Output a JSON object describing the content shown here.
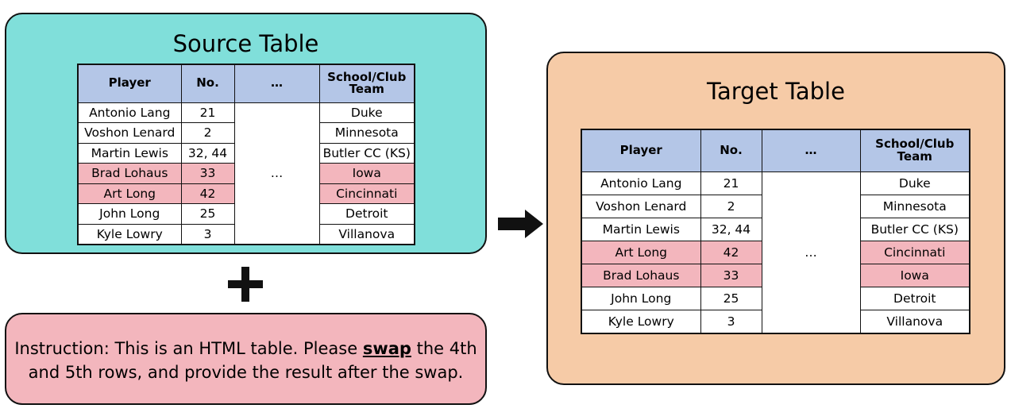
{
  "source": {
    "title": "Source Table",
    "headers": [
      "Player",
      "No.",
      "…",
      "School/Club Team"
    ],
    "rows": [
      [
        "Antonio Lang",
        "21",
        "Duke"
      ],
      [
        "Voshon Lenard",
        "2",
        "Minnesota"
      ],
      [
        "Martin Lewis",
        "32, 44",
        "Butler CC (KS)"
      ],
      [
        "Brad Lohaus",
        "33",
        "Iowa"
      ],
      [
        "Art Long",
        "42",
        "Cincinnati"
      ],
      [
        "John Long",
        "25",
        "Detroit"
      ],
      [
        "Kyle Lowry",
        "3",
        "Villanova"
      ]
    ],
    "ellipsis": "…",
    "highlight_color": "#f3b6bd",
    "header_color": "#b4c6e7",
    "panel_color": "#80dfda"
  },
  "target": {
    "title": "Target Table",
    "headers": [
      "Player",
      "No.",
      "…",
      "School/Club Team"
    ],
    "rows": [
      [
        "Antonio Lang",
        "21",
        "Duke"
      ],
      [
        "Voshon Lenard",
        "2",
        "Minnesota"
      ],
      [
        "Martin Lewis",
        "32, 44",
        "Butler CC (KS)"
      ],
      [
        "Art Long",
        "42",
        "Cincinnati"
      ],
      [
        "Brad Lohaus",
        "33",
        "Iowa"
      ],
      [
        "John Long",
        "25",
        "Detroit"
      ],
      [
        "Kyle Lowry",
        "3",
        "Villanova"
      ]
    ],
    "ellipsis": "…",
    "panel_color": "#f6cba7"
  },
  "instruction": {
    "prefix": "Instruction",
    "part1": ": This is an HTML table. Please ",
    "keyword": "swap",
    "part2": " the 4th and 5th rows, and provide the result after the swap.",
    "panel_color": "#f3b6bd"
  },
  "icons": {
    "plus": "plus-icon",
    "arrow": "right-arrow-icon"
  }
}
